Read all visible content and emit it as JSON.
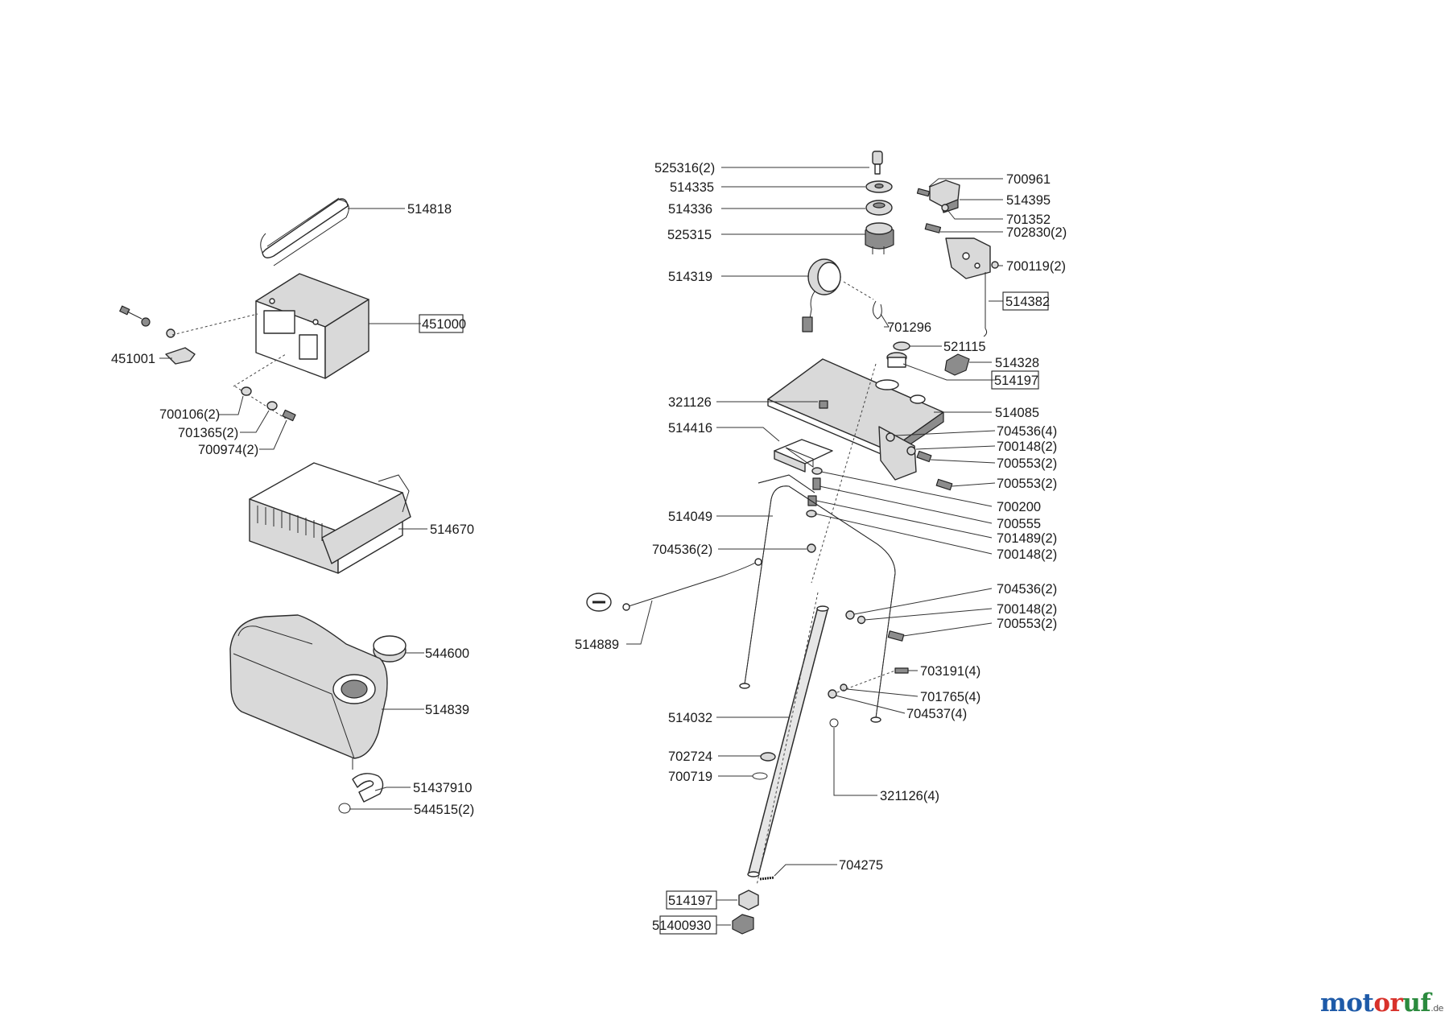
{
  "labels": {
    "p514818": "514818",
    "p451000": "451000",
    "p451001": "451001",
    "p700106": "700106(2)",
    "p701365": "701365(2)",
    "p700974": "700974(2)",
    "p514670": "514670",
    "p544600": "544600",
    "p514839": "514839",
    "p51437910": "51437910",
    "p544515": "544515(2)",
    "p525316": "525316(2)",
    "p514335": "514335",
    "p514336": "514336",
    "p525315": "525315",
    "p514319": "514319",
    "p701296": "701296",
    "p700961": "700961",
    "p514395": "514395",
    "p701352": "701352",
    "p702830": "702830(2)",
    "p700119": "700119(2)",
    "p514382": "514382",
    "p521115": "521115",
    "p514328": "514328",
    "p514197a": "514197",
    "p321126": "321126",
    "p514085": "514085",
    "p514416": "514416",
    "p704536a": "704536(4)",
    "p700148a": "700148(2)",
    "p700553a": "700553(2)",
    "p700553b": "700553(2)",
    "p700200": "700200",
    "p700555": "700555",
    "p701489": "701489(2)",
    "p700148b": "700148(2)",
    "p514049": "514049",
    "p704536b": "704536(2)",
    "p704536c": "704536(2)",
    "p700148c": "700148(2)",
    "p700553c": "700553(2)",
    "p514889": "514889",
    "p703191": "703191(4)",
    "p701765": "701765(4)",
    "p704537": "704537(4)",
    "p514032": "514032",
    "p702724": "702724",
    "p700719": "700719",
    "p321126b": "321126(4)",
    "p704275": "704275",
    "p514197b": "514197",
    "p51400930": "51400930"
  },
  "brand": {
    "part1": "mot",
    "part2": "or",
    "part3": "uf",
    "tld": ".de"
  }
}
